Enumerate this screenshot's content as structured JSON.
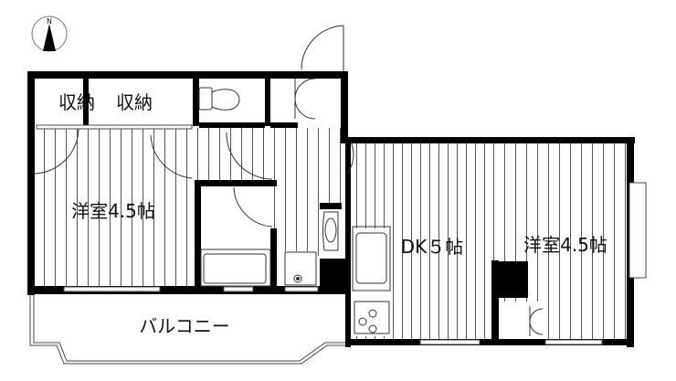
{
  "plan": {
    "compass": {
      "label": "N",
      "icon": "north-arrow-icon"
    },
    "rooms": {
      "storage_small": {
        "label": "収納"
      },
      "storage_large": {
        "label": "収納"
      },
      "western_room_left": {
        "label": "洋室4.5帖"
      },
      "dining_kitchen": {
        "label": "DK５帖"
      },
      "western_room_right": {
        "label": "洋室4.5帖"
      },
      "balcony": {
        "label": "バルコニー"
      }
    },
    "fixtures": [
      "toilet-icon",
      "bathtub-icon",
      "washbasin-icon",
      "washing-machine-icon",
      "sink-icon",
      "stove-icon"
    ],
    "colors": {
      "wall": "#000000",
      "line": "#333333",
      "background": "#ffffff"
    }
  }
}
